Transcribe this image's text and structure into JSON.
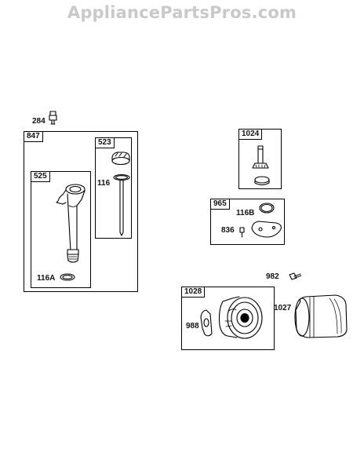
{
  "watermark": "AppliancePartsPros.com",
  "parts": {
    "p284": "284",
    "p847": "847",
    "p523": "523",
    "p116": "116",
    "p525": "525",
    "p116A": "116A",
    "p1024": "1024",
    "p965": "965",
    "p116B": "116B",
    "p836": "836",
    "p982": "982",
    "p1028": "1028",
    "p988": "988",
    "p1027": "1027"
  }
}
